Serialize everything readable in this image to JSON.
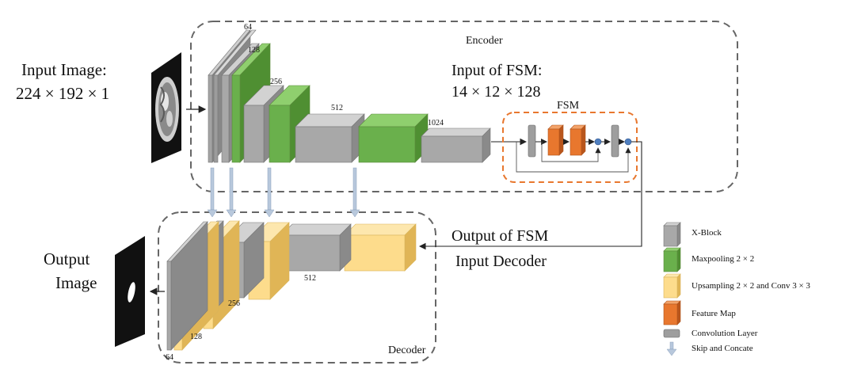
{
  "input_label": {
    "line1": "Input Image:",
    "line2": "224 × 192 × 1"
  },
  "output_label": {
    "line1": "Output",
    "line2": "Image"
  },
  "encoder_label": "Encoder",
  "decoder_label": "Decoder",
  "fsm_input_label": {
    "line1": "Input of FSM:",
    "line2": "14 × 12 × 128"
  },
  "fsm_label": "FSM",
  "fsm_output_label": {
    "line1": "Output of FSM",
    "line2": "Input Decoder"
  },
  "encoder_channels": [
    "64",
    "128",
    "256",
    "512",
    "1024"
  ],
  "decoder_channels": [
    "512",
    "256",
    "128",
    "64"
  ],
  "legend": [
    {
      "label": "X-Block",
      "color": "#9e9e9e",
      "icon": "gray-cube-icon"
    },
    {
      "label": "Maxpooling 2 × 2",
      "color": "#6ab04c",
      "icon": "green-cube-icon"
    },
    {
      "label": "Upsampling 2 × 2 and Conv 3 × 3",
      "color": "#fddc8c",
      "icon": "yellow-cube-icon"
    },
    {
      "label": "Feature Map",
      "color": "#e8772e",
      "icon": "orange-cube-icon"
    },
    {
      "label": "Convolution Layer",
      "color": "#9e9e9e",
      "icon": "gray-bar-icon"
    },
    {
      "label": "Skip and Concate",
      "color": "#b8c8dc",
      "icon": "down-arrow-icon"
    }
  ],
  "colors": {
    "gray": "#a3a3a3",
    "green": "#6ab04c",
    "yellow": "#fddc8c",
    "orange": "#e8772e",
    "fsm_border": "#e8772e",
    "dash_border": "#666666",
    "skip_arrow": "#b8c8dc"
  }
}
